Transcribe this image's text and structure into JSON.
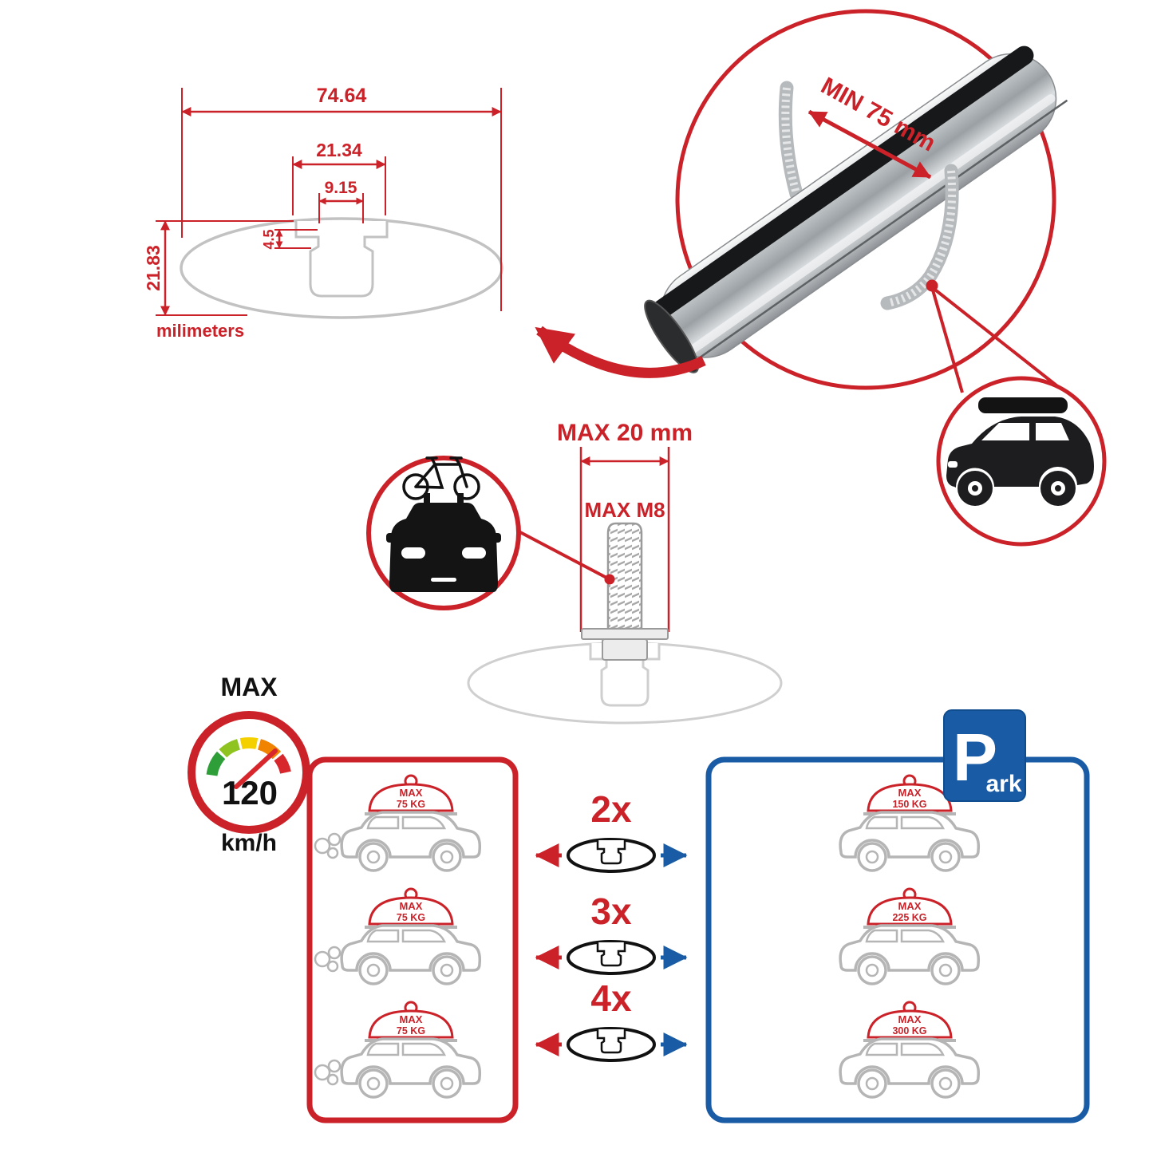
{
  "colors": {
    "red": "#cb2128",
    "blue": "#1a5ba6",
    "gray": "#c2c2c2",
    "dark": "#111111"
  },
  "cross_section": {
    "dim_total_width": "74.64",
    "dim_outer_width": "21.34",
    "dim_slot_width": "9.15",
    "dim_lip_height": "4.5",
    "dim_total_height": "21.83",
    "units_label": "milimeters"
  },
  "bar_render": {
    "min_clamp_label": "MIN 75 mm"
  },
  "bolt": {
    "max_width_label": "MAX 20 mm",
    "max_thread_label": "MAX M8"
  },
  "speed_gauge": {
    "title": "MAX",
    "value": "120",
    "units": "km/h"
  },
  "bar_counts": [
    "2x",
    "3x",
    "4x"
  ],
  "driving_cars": [
    {
      "max": "MAX",
      "kg": "75 KG"
    },
    {
      "max": "MAX",
      "kg": "75 KG"
    },
    {
      "max": "MAX",
      "kg": "75 KG"
    }
  ],
  "parked_cars": [
    {
      "max": "MAX",
      "kg": "150 KG"
    },
    {
      "max": "MAX",
      "kg": "225 KG"
    },
    {
      "max": "MAX",
      "kg": "300 KG"
    }
  ],
  "park_sign": {
    "p": "P",
    "ark": "ark"
  }
}
